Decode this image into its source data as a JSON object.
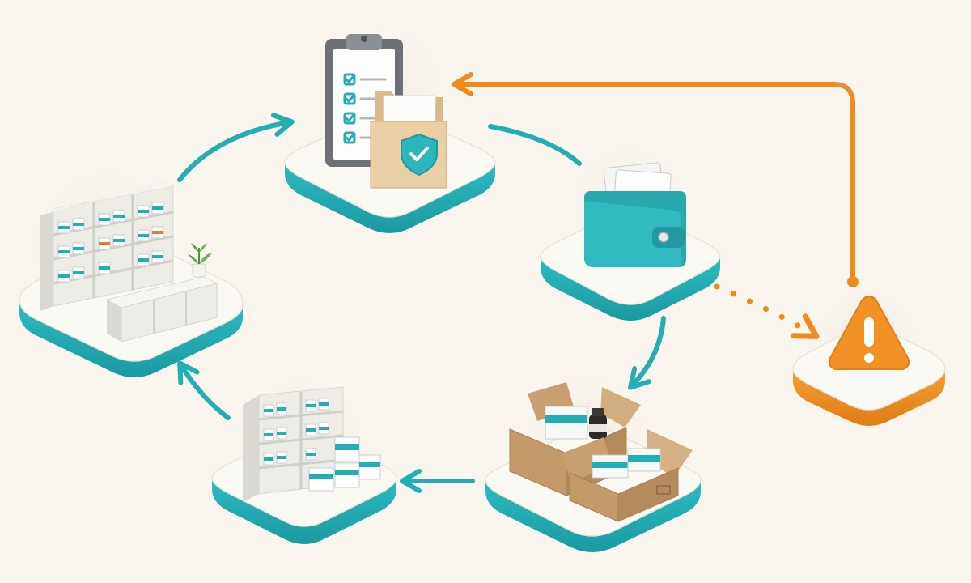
{
  "diagram": {
    "stages": [
      {
        "id": "pharmacy",
        "icon": "pharmacy-counter-icon"
      },
      {
        "id": "records",
        "icon": "clipboard-folder-shield-icon"
      },
      {
        "id": "wallet",
        "icon": "wallet-icon"
      },
      {
        "id": "delivery",
        "icon": "shipping-boxes-icon"
      },
      {
        "id": "inventory",
        "icon": "stocked-shelves-icon"
      }
    ],
    "alert": {
      "icon": "warning-triangle-icon"
    },
    "flows": [
      {
        "from": "pharmacy",
        "to": "records",
        "style": "solid"
      },
      {
        "from": "records",
        "to": "wallet",
        "style": "solid"
      },
      {
        "from": "wallet",
        "to": "delivery",
        "style": "solid"
      },
      {
        "from": "delivery",
        "to": "inventory",
        "style": "solid"
      },
      {
        "from": "inventory",
        "to": "pharmacy",
        "style": "solid"
      },
      {
        "from": "wallet",
        "to": "alert",
        "style": "dotted"
      },
      {
        "from": "alert",
        "to": "records",
        "style": "solid"
      }
    ],
    "colors": {
      "background": "#faf6ef",
      "teal": "#23aeb4",
      "orange": "#f08a1c",
      "platform_top": "#fbf9f4",
      "cardboard": "#c9a275",
      "shelf": "#ecebe6"
    }
  }
}
